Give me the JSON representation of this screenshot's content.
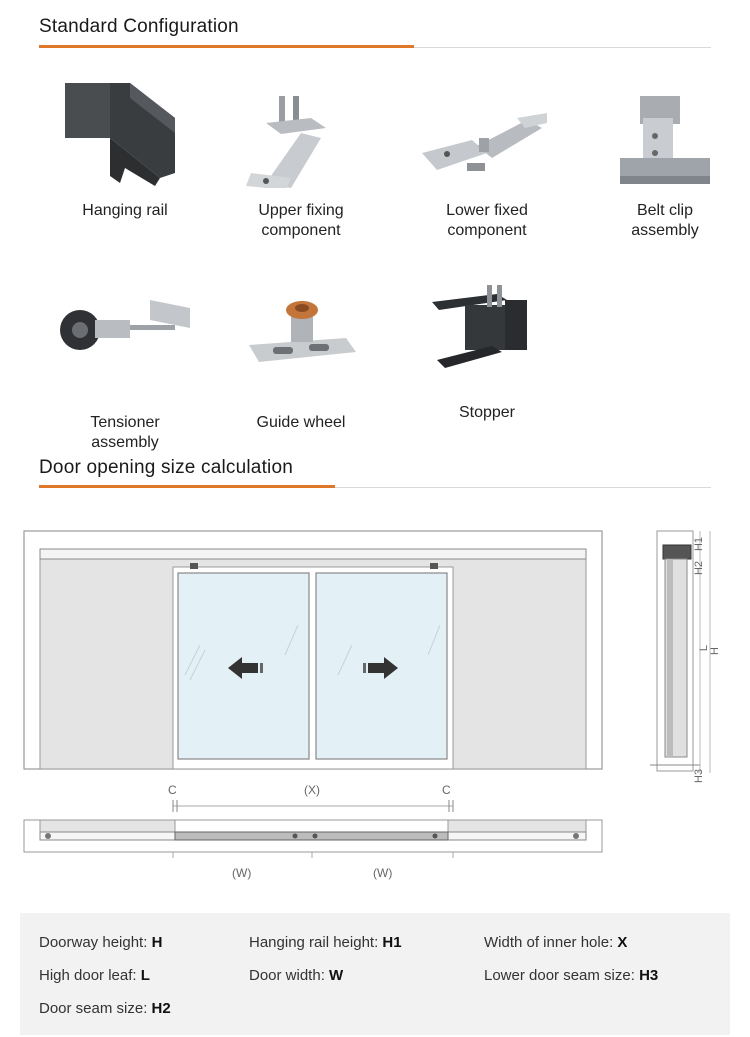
{
  "sections": {
    "config_title": "Standard Configuration",
    "calc_title": "Door opening size calculation"
  },
  "components": [
    {
      "label": "Hanging rail",
      "icon": "hanging-rail-icon"
    },
    {
      "label": "Upper fixing\ncomponent",
      "icon": "upper-fixing-component-icon"
    },
    {
      "label": "Lower fixed\ncomponent",
      "icon": "lower-fixed-component-icon"
    },
    {
      "label": "Belt clip\nassembly",
      "icon": "belt-clip-assembly-icon"
    },
    {
      "label": "Tensioner\nassembly",
      "icon": "tensioner-assembly-icon"
    },
    {
      "label": "Guide wheel",
      "icon": "guide-wheel-icon"
    },
    {
      "label": "Stopper",
      "icon": "stopper-icon"
    }
  ],
  "diagram": {
    "c_left": "C",
    "x_label": "(X)",
    "c_right": "C",
    "w_left": "(W)",
    "w_right": "(W)",
    "side_h1": "H1",
    "side_h2": "H2",
    "side_l": "L",
    "side_h": "H",
    "side_h3": "H3"
  },
  "legend": [
    {
      "text": "Doorway height: ",
      "value": "H"
    },
    {
      "text": "Hanging rail height: ",
      "value": "H1"
    },
    {
      "text": "Width of inner hole: ",
      "value": "X"
    },
    {
      "text": "High door leaf: ",
      "value": "L"
    },
    {
      "text": "Door width: ",
      "value": "W"
    },
    {
      "text": "Lower door seam size: ",
      "value": "H3"
    },
    {
      "text": "Door seam size: ",
      "value": "H2"
    }
  ],
  "colors": {
    "accent": "#e0782a",
    "legend_bg": "#f2f2f2"
  }
}
